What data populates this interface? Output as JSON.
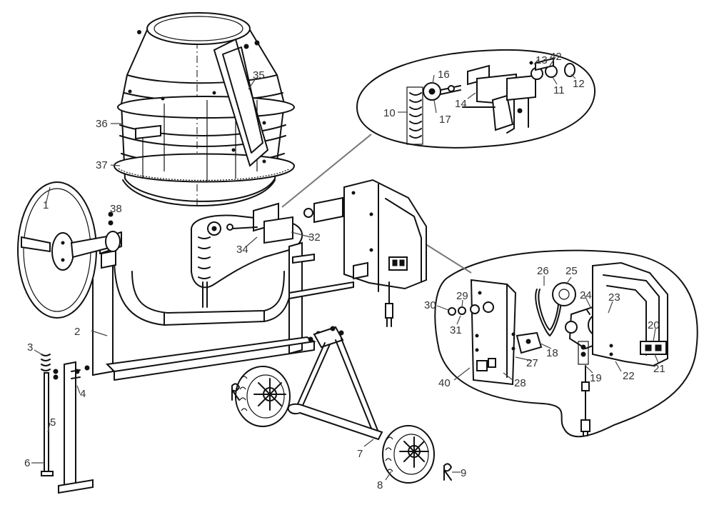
{
  "labels": {
    "n1": "1",
    "n2": "2",
    "n3": "3",
    "n4": "4",
    "n5": "5",
    "n6": "6",
    "n7": "7",
    "n8": "8",
    "n9": "9",
    "n10": "10",
    "n11": "11",
    "n12": "12",
    "n13": "13",
    "n14": "14",
    "n16": "16",
    "n17": "17",
    "n18": "18",
    "n19": "19",
    "n20": "20",
    "n21": "21",
    "n22": "22",
    "n23": "23",
    "n24": "24",
    "n25": "25",
    "n26": "26",
    "n27": "27",
    "n28": "28",
    "n29": "29",
    "n30": "30",
    "n31": "31",
    "n32": "32",
    "n34": "34",
    "n35": "35",
    "n36": "36",
    "n37": "37",
    "n38": "38",
    "n40": "40",
    "n42": "42"
  }
}
